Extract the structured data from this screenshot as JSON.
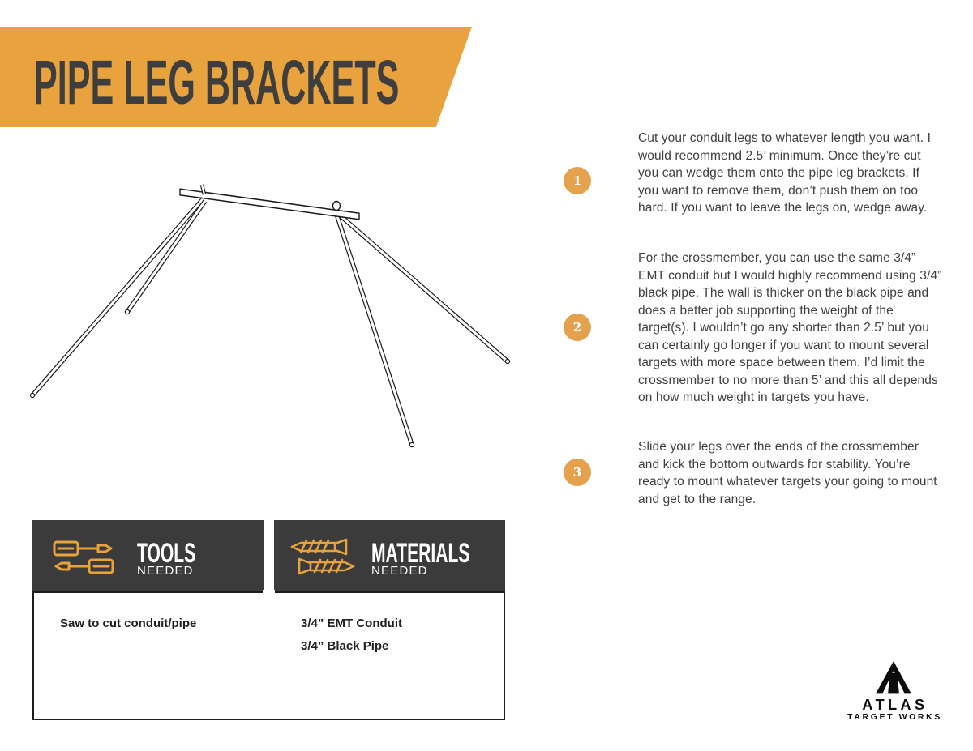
{
  "page": {
    "title": "PIPE LEG BRACKETS"
  },
  "steps": [
    {
      "number": "1",
      "text": "Cut your conduit legs to whatever length you want. I would recommend 2.5’ minimum. Once they’re cut you can wedge them onto the pipe leg brackets. If you want to remove them, don’t push them on too hard. If you want to leave the legs on, wedge away."
    },
    {
      "number": "2",
      "text": "For the crossmember, you can use the same 3/4” EMT conduit but I would highly recommend using 3/4” black pipe. The wall is thicker on the black pipe and does a better job supporting the weight of the target(s). I wouldn’t go any shorter than 2.5’ but you can certainly go longer if you want to mount several targets with more space between them. I’d limit the crossmember to no more than 5’ and this all depends on how much weight in targets you have."
    },
    {
      "number": "3",
      "text": "Slide your legs over the ends of the crossmember and kick the bottom outwards for stability. You’re ready to mount whatever targets your going to mount  and get to the range."
    }
  ],
  "tools": {
    "header": "TOOLS",
    "subheader": "NEEDED",
    "icon": "screwdrivers-icon",
    "items": [
      "Saw to cut conduit/pipe"
    ]
  },
  "materials": {
    "header": "MATERIALS",
    "subheader": "NEEDED",
    "icon": "screws-icon",
    "items": [
      "3/4” EMT Conduit",
      "3/4” Black Pipe"
    ]
  },
  "logo": {
    "brand": "ATLAS",
    "tagline": "TARGET WORKS",
    "icon": "atlas-a-icon"
  },
  "illustration": {
    "description": "line drawing of target stand: crossmember pipe with two pipe-leg brackets and four splayed conduit legs"
  },
  "colors": {
    "accent_orange": "#E8A23E",
    "step_circle_orange": "#E4A24E",
    "header_charcoal": "#3B3B3B",
    "title_gray": "#3E3E3E",
    "body_text": "#3F3F3F"
  }
}
